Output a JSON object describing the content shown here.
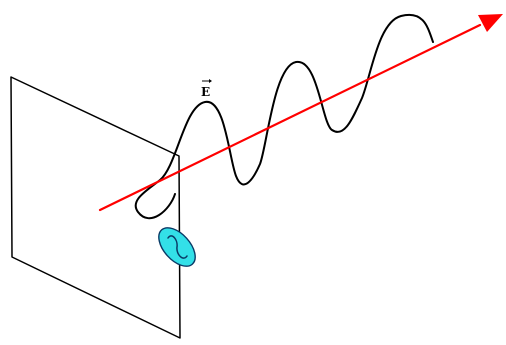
{
  "field_label": "E",
  "colors": {
    "background": "#ffffff",
    "plane_stroke": "#000000",
    "wave_stroke": "#000000",
    "arrow": "#ff0000",
    "polarizer_fill": "#33e0e8",
    "polarizer_stroke": "#0a3a66"
  },
  "icons": {
    "polarizer": "tilted-cyan-ellipse-with-sine-glyph",
    "field_vector_mark": "arrow-over-letter"
  }
}
